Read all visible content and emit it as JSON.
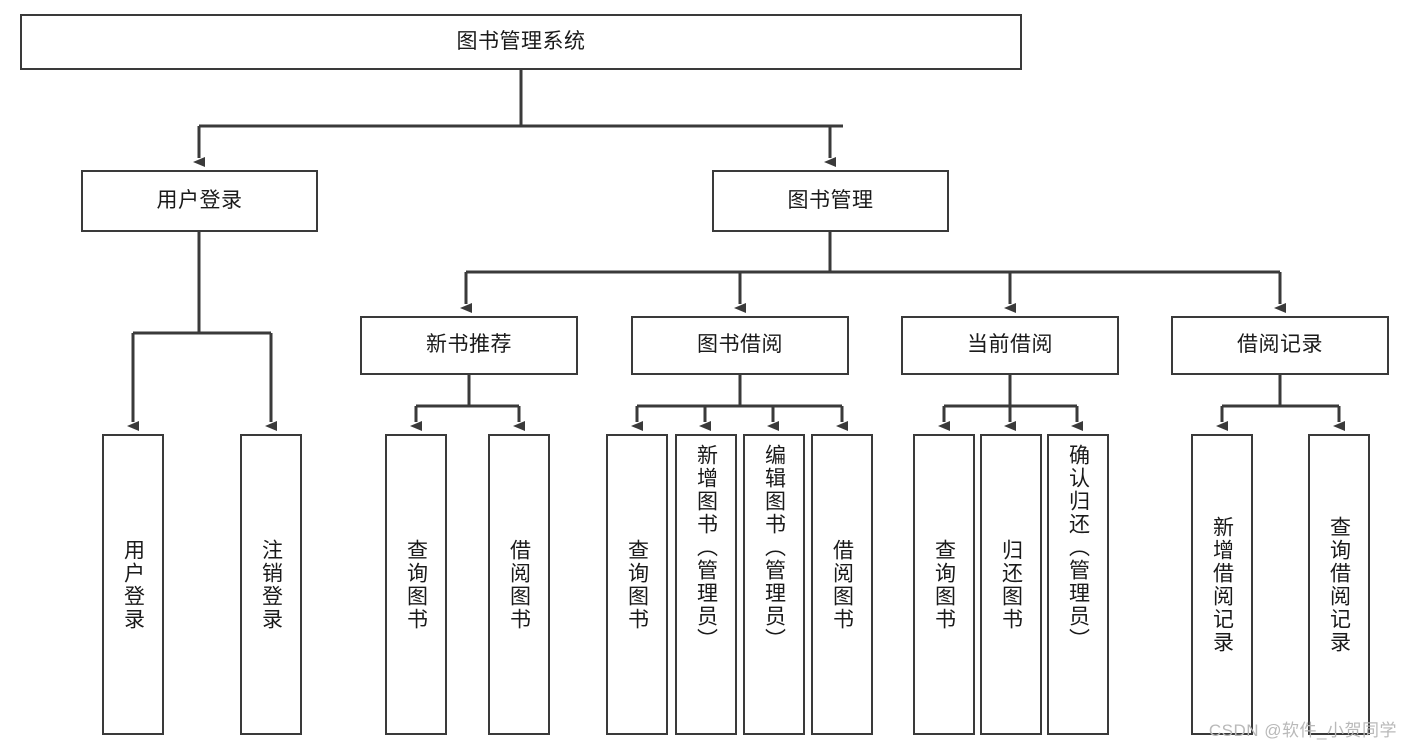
{
  "diagram": {
    "type": "tree-hierarchy",
    "title": "图书管理系统",
    "watermark": "CSDN @软件_小贺同学",
    "colors": {
      "stroke": "#3a3a3a",
      "fill": "#ffffff",
      "text": "#1a1a1a",
      "watermark": "#b9b9b9"
    },
    "levels": {
      "level1": [
        {
          "id": "root",
          "label": "图书管理系统",
          "orientation": "horizontal"
        }
      ],
      "level2": [
        {
          "id": "user-login",
          "label": "用户登录",
          "orientation": "horizontal",
          "parent": "root"
        },
        {
          "id": "book-mgmt",
          "label": "图书管理",
          "orientation": "horizontal",
          "parent": "root"
        }
      ],
      "level3": [
        {
          "id": "new-book-rec",
          "label": "新书推荐",
          "orientation": "horizontal",
          "parent": "book-mgmt"
        },
        {
          "id": "book-borrow",
          "label": "图书借阅",
          "orientation": "horizontal",
          "parent": "book-mgmt"
        },
        {
          "id": "current-borrow",
          "label": "当前借阅",
          "orientation": "horizontal",
          "parent": "book-mgmt"
        },
        {
          "id": "borrow-record",
          "label": "借阅记录",
          "orientation": "horizontal",
          "parent": "book-mgmt"
        }
      ],
      "level4": [
        {
          "id": "leaf-user-login",
          "label": "用户登录",
          "orientation": "vertical",
          "parent": "user-login"
        },
        {
          "id": "leaf-logout",
          "label": "注销登录",
          "orientation": "vertical",
          "parent": "user-login"
        },
        {
          "id": "leaf-query-book-1",
          "label": "查询图书",
          "orientation": "vertical",
          "parent": "new-book-rec"
        },
        {
          "id": "leaf-borrow-book-1",
          "label": "借阅图书",
          "orientation": "vertical",
          "parent": "new-book-rec"
        },
        {
          "id": "leaf-query-book-2",
          "label": "查询图书",
          "orientation": "vertical",
          "parent": "book-borrow"
        },
        {
          "id": "leaf-add-book",
          "label": "新增图书（管理员）",
          "orientation": "vertical",
          "parent": "book-borrow"
        },
        {
          "id": "leaf-edit-book",
          "label": "编辑图书（管理员）",
          "orientation": "vertical",
          "parent": "book-borrow"
        },
        {
          "id": "leaf-borrow-book-2",
          "label": "借阅图书",
          "orientation": "vertical",
          "parent": "book-borrow"
        },
        {
          "id": "leaf-query-book-3",
          "label": "查询图书",
          "orientation": "vertical",
          "parent": "current-borrow"
        },
        {
          "id": "leaf-return-book",
          "label": "归还图书",
          "orientation": "vertical",
          "parent": "current-borrow"
        },
        {
          "id": "leaf-confirm-return",
          "label": "确认归还（管理员）",
          "orientation": "vertical",
          "parent": "current-borrow"
        },
        {
          "id": "leaf-add-record",
          "label": "新增借阅记录",
          "orientation": "vertical",
          "parent": "borrow-record"
        },
        {
          "id": "leaf-query-record",
          "label": "查询借阅记录",
          "orientation": "vertical",
          "parent": "borrow-record"
        }
      ]
    }
  }
}
